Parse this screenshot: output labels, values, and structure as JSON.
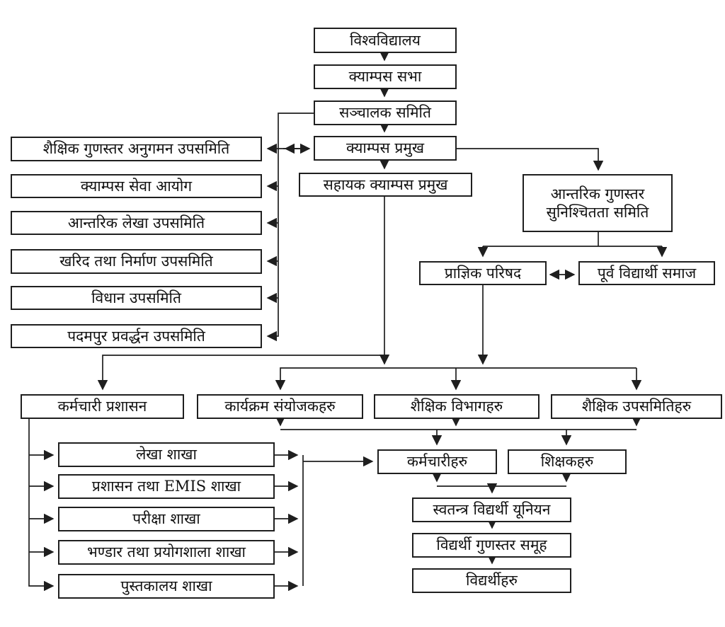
{
  "nodes": {
    "university": "विश्वविद्यालय",
    "campus_assembly": "क्याम्पस सभा",
    "management_committee": "सञ्चालक समिति",
    "campus_chief": "क्याम्पस प्रमुख",
    "assistant_campus_chief": "सहायक क्याम्पस प्रमुख",
    "iqac_committee": "आन्तरिक गुणस्तर\nसुनिश्चितता समिति",
    "academic_council": "प्राज्ञिक परिषद",
    "alumni_society": "पूर्व विद्यार्थी समाज",
    "academic_quality_monitoring_subcommittee": "शैक्षिक गुणस्तर अनुगमन उपसमिति",
    "campus_service_commission": "क्याम्पस सेवा आयोग",
    "internal_audit_subcommittee": "आन्तरिक लेखा उपसमिति",
    "procurement_construction_subcommittee": "खरिद तथा निर्माण उपसमिति",
    "statute_subcommittee": "विधान उपसमिति",
    "padampur_promotion_subcommittee": "पदमपुर प्रवर्द्धन उपसमिति",
    "staff_administration": "कर्मचारी प्रशासन",
    "program_coordinators": "कार्यक्रम संयोजकहरु",
    "academic_departments": "शैक्षिक विभागहरु",
    "academic_subcommittees": "शैक्षिक उपसमितिहरु",
    "accounts_branch": "लेखा शाखा",
    "admin_emis_branch": "प्रशासन तथा EMIS शाखा",
    "examination_branch": "परीक्षा शाखा",
    "store_laboratory_branch": "भण्डार तथा प्रयोगशाला शाखा",
    "library_branch": "पुस्तकालय शाखा",
    "employees": "कर्मचारीहरु",
    "teachers": "शिक्षकहरु",
    "free_student_union": "स्वतन्त्र विद्यर्थी यूनियन",
    "student_quality_group": "विद्यर्थी गुणस्तर समूह",
    "students": "विद्यर्थीहरु"
  },
  "colors": {
    "line": "#1f1f1f",
    "box_fill": "#ffffff",
    "background": "#ffffff"
  }
}
